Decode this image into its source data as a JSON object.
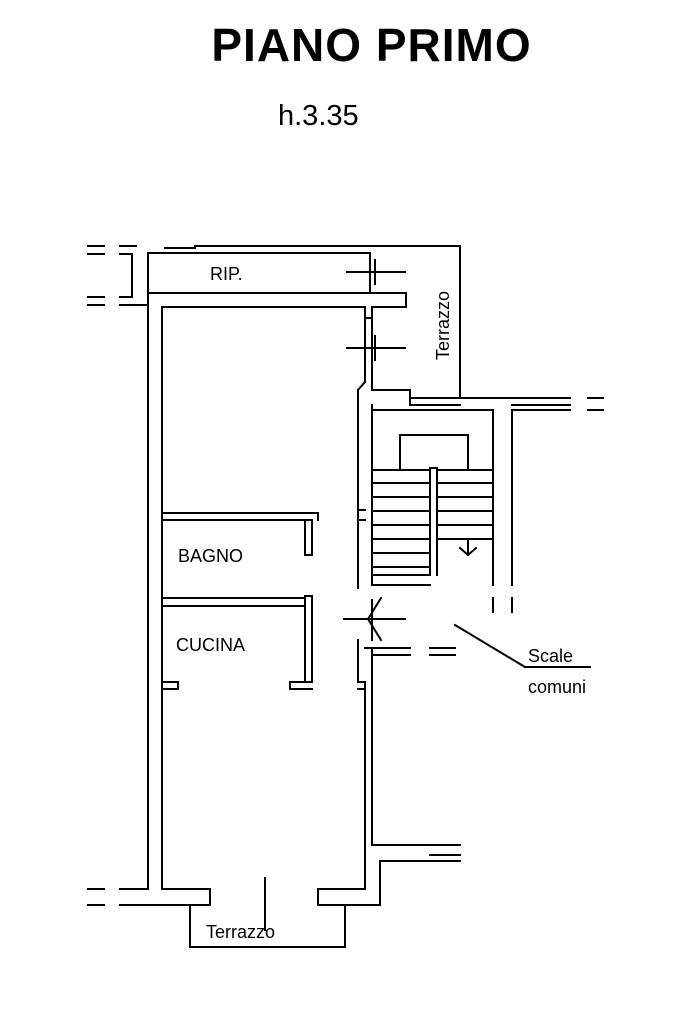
{
  "title": "PIANO PRIMO",
  "subtitle": "h.3.35",
  "rooms": {
    "rip": "RIP.",
    "bagno": "BAGNO",
    "cucina": "CUCINA",
    "terrazzo_side": "Terrazzo",
    "terrazzo_bottom": "Terrazzo"
  },
  "annotations": {
    "scale_line1": "Scale",
    "scale_line2": "comuni"
  },
  "colors": {
    "ink": "#000000",
    "paper": "#ffffff"
  }
}
